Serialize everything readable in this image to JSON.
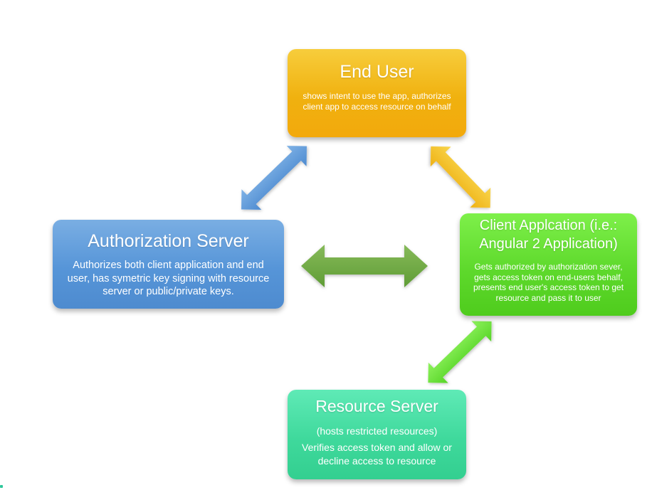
{
  "end_user": {
    "title": "End User",
    "description": "shows intent to use the app, authorizes client app to access resource on behalf"
  },
  "authorization_server": {
    "title": "Authorization Server",
    "description": "Authorizes both client application and end user, has symetric key signing with resource server or public/private keys."
  },
  "client_application": {
    "title": "Client Applcation (i.e.: Angular 2 Application)",
    "description": "Gets authorized by authorization sever, gets access token on end-users behalf, presents end user's access token to get resource and pass it to user"
  },
  "resource_server": {
    "title": "Resource Server",
    "subtitle": "(hosts restricted resources)",
    "description": "Verifies access token and allow or decline access to resource"
  },
  "colors": {
    "end_user": "#f0b10f",
    "authorization_server": "#5695d8",
    "client_application": "#5ed92c",
    "resource_server": "#3fd99c",
    "auth_client_arrow": "#70ad47"
  }
}
